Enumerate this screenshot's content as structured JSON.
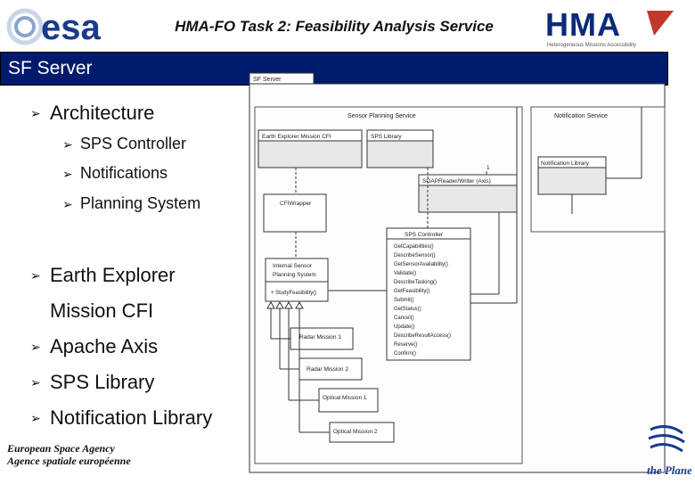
{
  "header": {
    "title": "HMA-FO Task 2: Feasibility Analysis Service",
    "esa_logo_text": "esa",
    "hma_logo_text": "HMA",
    "hma_tagline": "Heterogeneous Missions Accessibility"
  },
  "title_bar": {
    "label": "SF Server"
  },
  "bullets": [
    {
      "text": "Architecture",
      "children": [
        "SPS Controller",
        "Notifications",
        "Planning System"
      ]
    },
    {
      "text": "Earth Explorer",
      "continuation": "Mission CFI"
    },
    {
      "text": "Apache Axis"
    },
    {
      "text": "SPS Library"
    },
    {
      "text": "Notification Library"
    }
  ],
  "footer": {
    "line1": "European Space Agency",
    "line2": "Agence spatiale européenne",
    "planet_logo_text": "the Planet"
  },
  "diagram": {
    "frame_tab": "SF Server",
    "sensor_planning_service": "Sensor Planning Service",
    "notification_service": "Notification Service",
    "earth_explorer_cfi": "Earth Explorer Mission CFI",
    "sps_library": "SPS Library",
    "notification_library": "Notification Library",
    "soap_reader_writer": "SOAPReader/Writer (Axis)",
    "cfi_wrapper": "CFIWrapper",
    "sps_controller": "SPS Controller",
    "sps_controller_methods": [
      "GetCapabilities()",
      "DescribeSensor()",
      "GetSensorAvailability()",
      "Validate()",
      "DescribeTasking()",
      "GetFeasibility()",
      "Submit()",
      "GetStatus()",
      "Cancel()",
      "Update()",
      "DescribeResultAccess()",
      "Reserve()",
      "Confirm()"
    ],
    "internal_sensor_planning_system_1": "Internal Sensor",
    "internal_sensor_planning_system_2": "Planning System",
    "study_feasibility": "+ StudyFeasibility()",
    "radar_mission_1": "Radar Mission 1",
    "radar_mission_2": "Radar Mission 2",
    "optical_mission_1": "Optical Mission 1",
    "optical_mission_2": "Optical Mission 2",
    "multiplicity": "1"
  },
  "colors": {
    "title_bar": "#001a6e",
    "esa_blue": "#1a3a8c",
    "hma_red": "#c0392b"
  }
}
